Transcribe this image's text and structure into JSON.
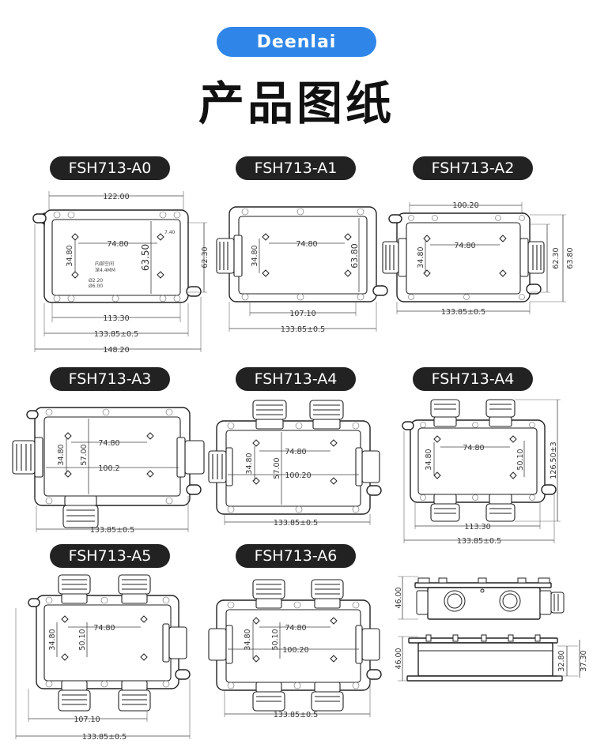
{
  "brand": "Deenlai",
  "title": "产品图纸",
  "models": [
    {
      "label": "FSH713-A0",
      "dims": {
        "top": "122.00",
        "inner_w": "74.80",
        "h1": "34.80",
        "h2": "63.50",
        "h3": "62.30",
        "r": "7.40",
        "w1": "113.30",
        "w2": "133.85±0.5",
        "w3": "148.20"
      },
      "notes": [
        "内部空间",
        "深4.4MM",
        "Ø2.20",
        "Ø6.00"
      ]
    },
    {
      "label": "FSH713-A1",
      "dims": {
        "inner_w": "74.80",
        "h1": "34.80",
        "h2": "63.80",
        "w1": "107.10",
        "w2": "133.85±0.5"
      }
    },
    {
      "label": "FSH713-A2",
      "dims": {
        "top": "100.20",
        "inner_w": "74.80",
        "h1": "34.80",
        "h2": "62.30",
        "h3": "63.80",
        "w2": "133.85±0.5"
      }
    },
    {
      "label": "FSH713-A3",
      "dims": {
        "inner_w": "74.80",
        "h1": "34.80",
        "h2": "57.00",
        "mid": "100.2",
        "w2": "133.85±0.5"
      }
    },
    {
      "label": "FSH713-A4",
      "dims": {
        "inner_w": "74.80",
        "h1": "34.80",
        "h2": "57.00",
        "mid": "100.20",
        "w2": "133.85±0.5"
      }
    },
    {
      "label": "FSH713-A4",
      "dims": {
        "inner_w": "74.80",
        "h1": "34.80",
        "h2": "50.10",
        "h3": "126.50±3",
        "w1": "113.30",
        "w2": "133.85±0.5"
      }
    },
    {
      "label": "FSH713-A5",
      "dims": {
        "inner_w": "74.80",
        "h1": "34.80",
        "h2": "50.10",
        "w1": "107.10",
        "w2": "133.85±0.5"
      }
    },
    {
      "label": "FSH713-A6",
      "dims": {
        "inner_w": "74.80",
        "h1": "34.80",
        "h2": "50.10",
        "mid": "100.20",
        "w2": "133.85±0.5"
      }
    }
  ],
  "side_views": {
    "h_top": "46.00",
    "h_bottom": "46.00",
    "r1": "32.80",
    "r2": "37.30"
  }
}
